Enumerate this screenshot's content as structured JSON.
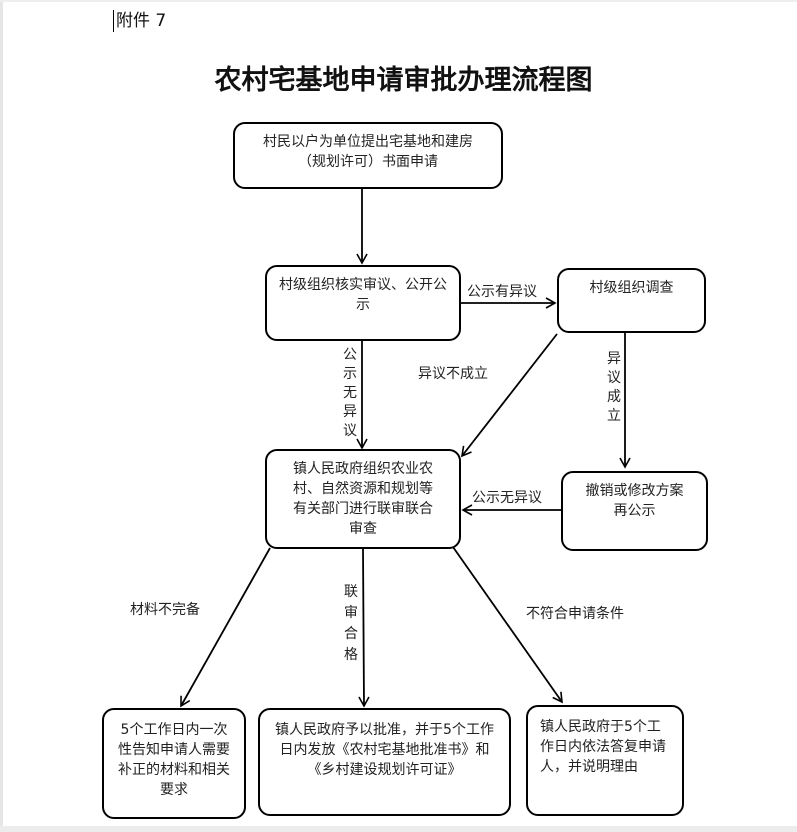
{
  "attachment": "附件 7",
  "title": "农村宅基地申请审批办理流程图",
  "boxes": {
    "apply": "村民以户为单位提出宅基地和建房（规划许可）书面申请",
    "village_review": "村级组织核实审议、公开公示",
    "village_investigate": "村级组织调查",
    "joint_review": "镇人民政府组织农业农村、自然资源和规划等有关部门进行联审联合审查",
    "revise": "撤销或修改方案再公示",
    "incomplete": "5个工作日内一次性告知申请人需要补正的材料和相关要求",
    "approve": "镇人民政府予以批准，并于5个工作日内发放《农村宅基地批准书》和《乡村建设规划许可证》",
    "reject": "镇人民政府于5个工作日内依法答复申请人，并说明理由"
  },
  "labels": {
    "objection": "公示有异议",
    "objection_invalid": "异议不成立",
    "objection_valid": "异议成立",
    "no_objection_vertical": "公示无异议",
    "no_objection": "公示无异议",
    "incomplete_materials": "材料不完备",
    "review_passed": "联审合格",
    "not_qualified": "不符合申请条件"
  }
}
